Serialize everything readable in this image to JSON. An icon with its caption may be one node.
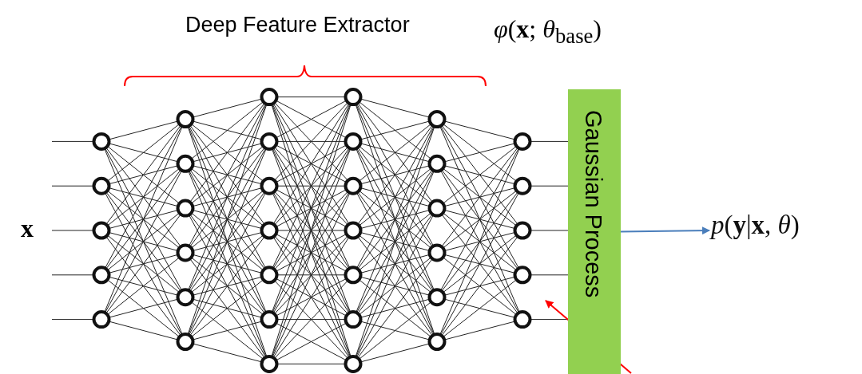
{
  "diagram": {
    "title": "Deep Feature Extractor",
    "nodes": [
      {
        "text": [
          "Gaussian Process"
        ]
      },
      {
        "text": [
          "*p*(**y**|**x**, *θ*)"
        ]
      },
      {
        "text": [],
        "shape": "picture",
        "beside": [
          "x"
        ]
      }
    ],
    "edges": [
      {
        "from": 0,
        "to": 1,
        "arrow": "to",
        "color": "#4a7ebb"
      },
      {
        "from": null,
        "to": 2,
        "arrow": "to",
        "color": "#ff0000"
      }
    ],
    "labels": [
      "*φ*(**x**; *θ*$_{base}$)"
    ]
  }
}
